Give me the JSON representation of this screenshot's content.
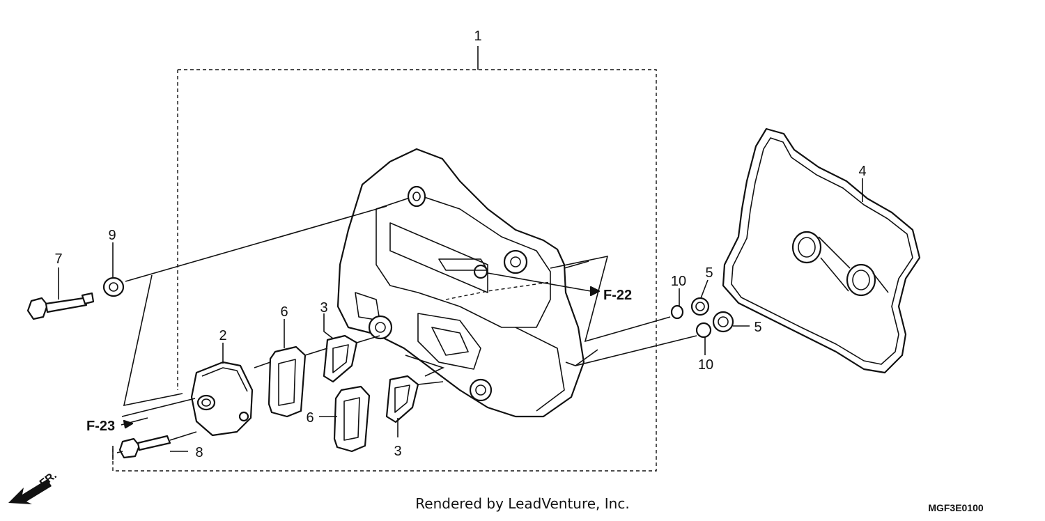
{
  "diagram": {
    "callouts": {
      "c1": "1",
      "c2": "2",
      "c3a": "3",
      "c3b": "3",
      "c4": "4",
      "c5a": "5",
      "c5b": "5",
      "c6a": "6",
      "c6b": "6",
      "c7": "7",
      "c8": "8",
      "c9": "9",
      "c10a": "10",
      "c10b": "10"
    },
    "refs": {
      "f22": "F-22",
      "f23": "F-23",
      "fr": "FR."
    },
    "credit": "Rendered by LeadVenture, Inc.",
    "code": "MGF3E0100"
  }
}
